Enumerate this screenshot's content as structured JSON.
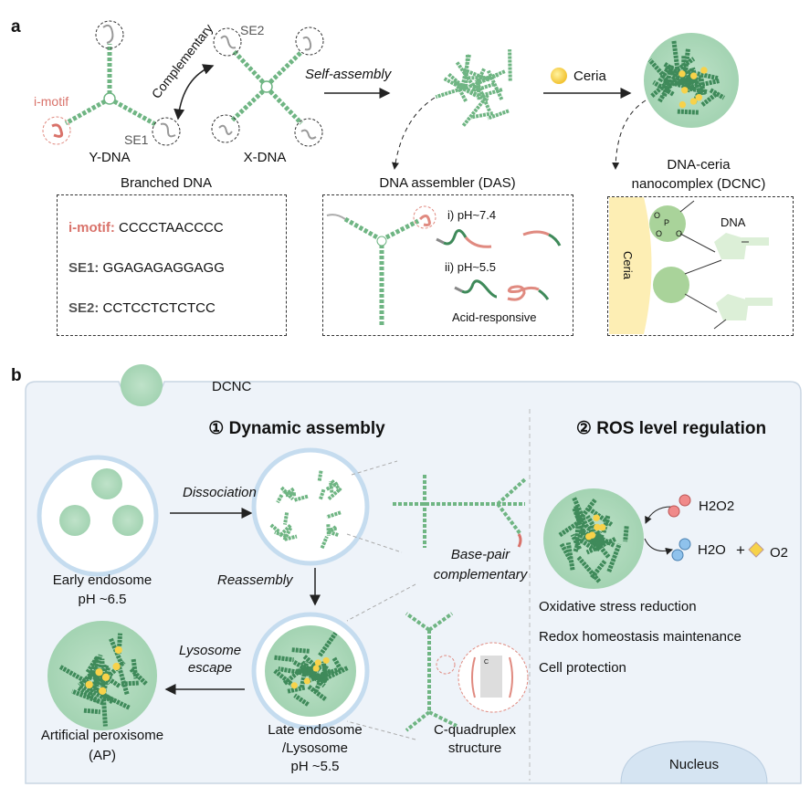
{
  "panel_a": {
    "label": "a",
    "i_motif_label": "i-motif",
    "se1_label": "SE1",
    "se2_label": "SE2",
    "complementary": "Complementary",
    "y_dna": "Y-DNA",
    "x_dna": "X-DNA",
    "self_assembly": "Self-assembly",
    "ceria_label": "Ceria",
    "branched_dna_title": "Branched DNA",
    "sequences": [
      {
        "name": "i-motif:",
        "seq": "CCCCTAACCCC"
      },
      {
        "name": "SE1:",
        "seq": "GGAGAGAGGAGG"
      },
      {
        "name": "SE2:",
        "seq": "CCTCCTCTCTCC"
      }
    ],
    "das_title": "DNA assembler (DAS)",
    "ph_74": "i) pH~7.4",
    "ph_55": "ii) pH~5.5",
    "acid_responsive": "Acid-responsive",
    "dcnc_title_1": "DNA-ceria",
    "dcnc_title_2": "nanocomplex (DCNC)",
    "ceria_surface": "Ceria",
    "dna_label": "DNA",
    "phosphate_atoms": [
      "O",
      "P",
      "O",
      "O"
    ]
  },
  "panel_b": {
    "label": "b",
    "dcnc_label": "DCNC",
    "section1_title": "① Dynamic assembly",
    "section2_title": "② ROS level regulation",
    "dissociation": "Dissociation",
    "early_endosome_1": "Early endosome",
    "early_endosome_2": "pH ~6.5",
    "reassembly": "Reassembly",
    "base_pair_1": "Base-pair",
    "base_pair_2": "complementary",
    "lysosome_escape_1": "Lysosome",
    "lysosome_escape_2": "escape",
    "ap_1": "Artificial peroxisome",
    "ap_2": "(AP)",
    "late_endosome_1": "Late endosome",
    "late_endosome_2": "/Lysosome",
    "late_endosome_3": "pH ~5.5",
    "cquad_1": "C-quadruplex",
    "cquad_2": "structure",
    "cquad_letter": "C",
    "h2o2": "H2O2",
    "h2o": "H2O",
    "plus": "+",
    "o2": "O2",
    "effects": [
      "Oxidative stress reduction",
      "Redox homeostasis maintenance",
      "Cell protection"
    ],
    "nucleus": "Nucleus"
  },
  "colors": {
    "dna_green": "#6fb583",
    "imotif_red": "#e08a80",
    "ceria_yellow": "#f7d24a",
    "panel_bg": "#eef3f9",
    "panel_border": "#c9d6e3"
  }
}
